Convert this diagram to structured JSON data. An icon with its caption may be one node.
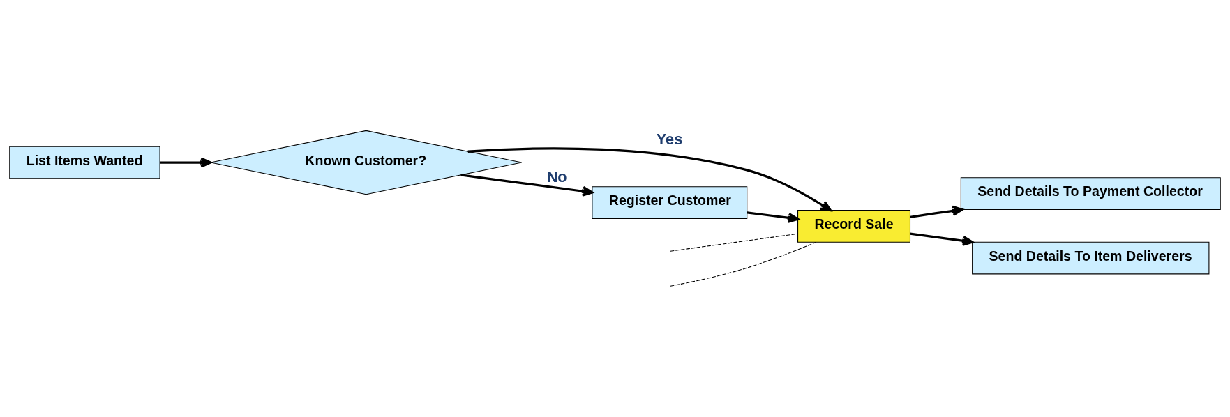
{
  "diagram": {
    "nodes": [
      {
        "text": [
          "List Items Wanted"
        ]
      },
      {
        "text": [
          "Known Customer?"
        ]
      },
      {
        "text": [
          "Record Sale"
        ]
      },
      {
        "text": [
          "Send Details To Payment Collector"
        ]
      },
      {
        "text": [
          "Send Details To Item Deliverers"
        ]
      },
      {
        "text": [
          "Register Customer"
        ]
      }
    ],
    "edges": [
      {
        "from": 0,
        "to": 1,
        "arrow": "to"
      },
      {
        "from": 1,
        "to": 2,
        "arrow": "to",
        "label": "Yes"
      },
      {
        "from": 1,
        "to": 5,
        "arrow": "to",
        "label": "No"
      },
      {
        "from": 5,
        "to": 2,
        "arrow": "to"
      },
      {
        "from": 2,
        "to": 3,
        "arrow": "to"
      },
      {
        "from": 2,
        "to": 4,
        "arrow": "to"
      },
      {
        "from": null,
        "to": 2,
        "arrow": "none",
        "style": "dashed"
      },
      {
        "from": null,
        "to": 2,
        "arrow": "none",
        "style": "dashed"
      }
    ]
  }
}
